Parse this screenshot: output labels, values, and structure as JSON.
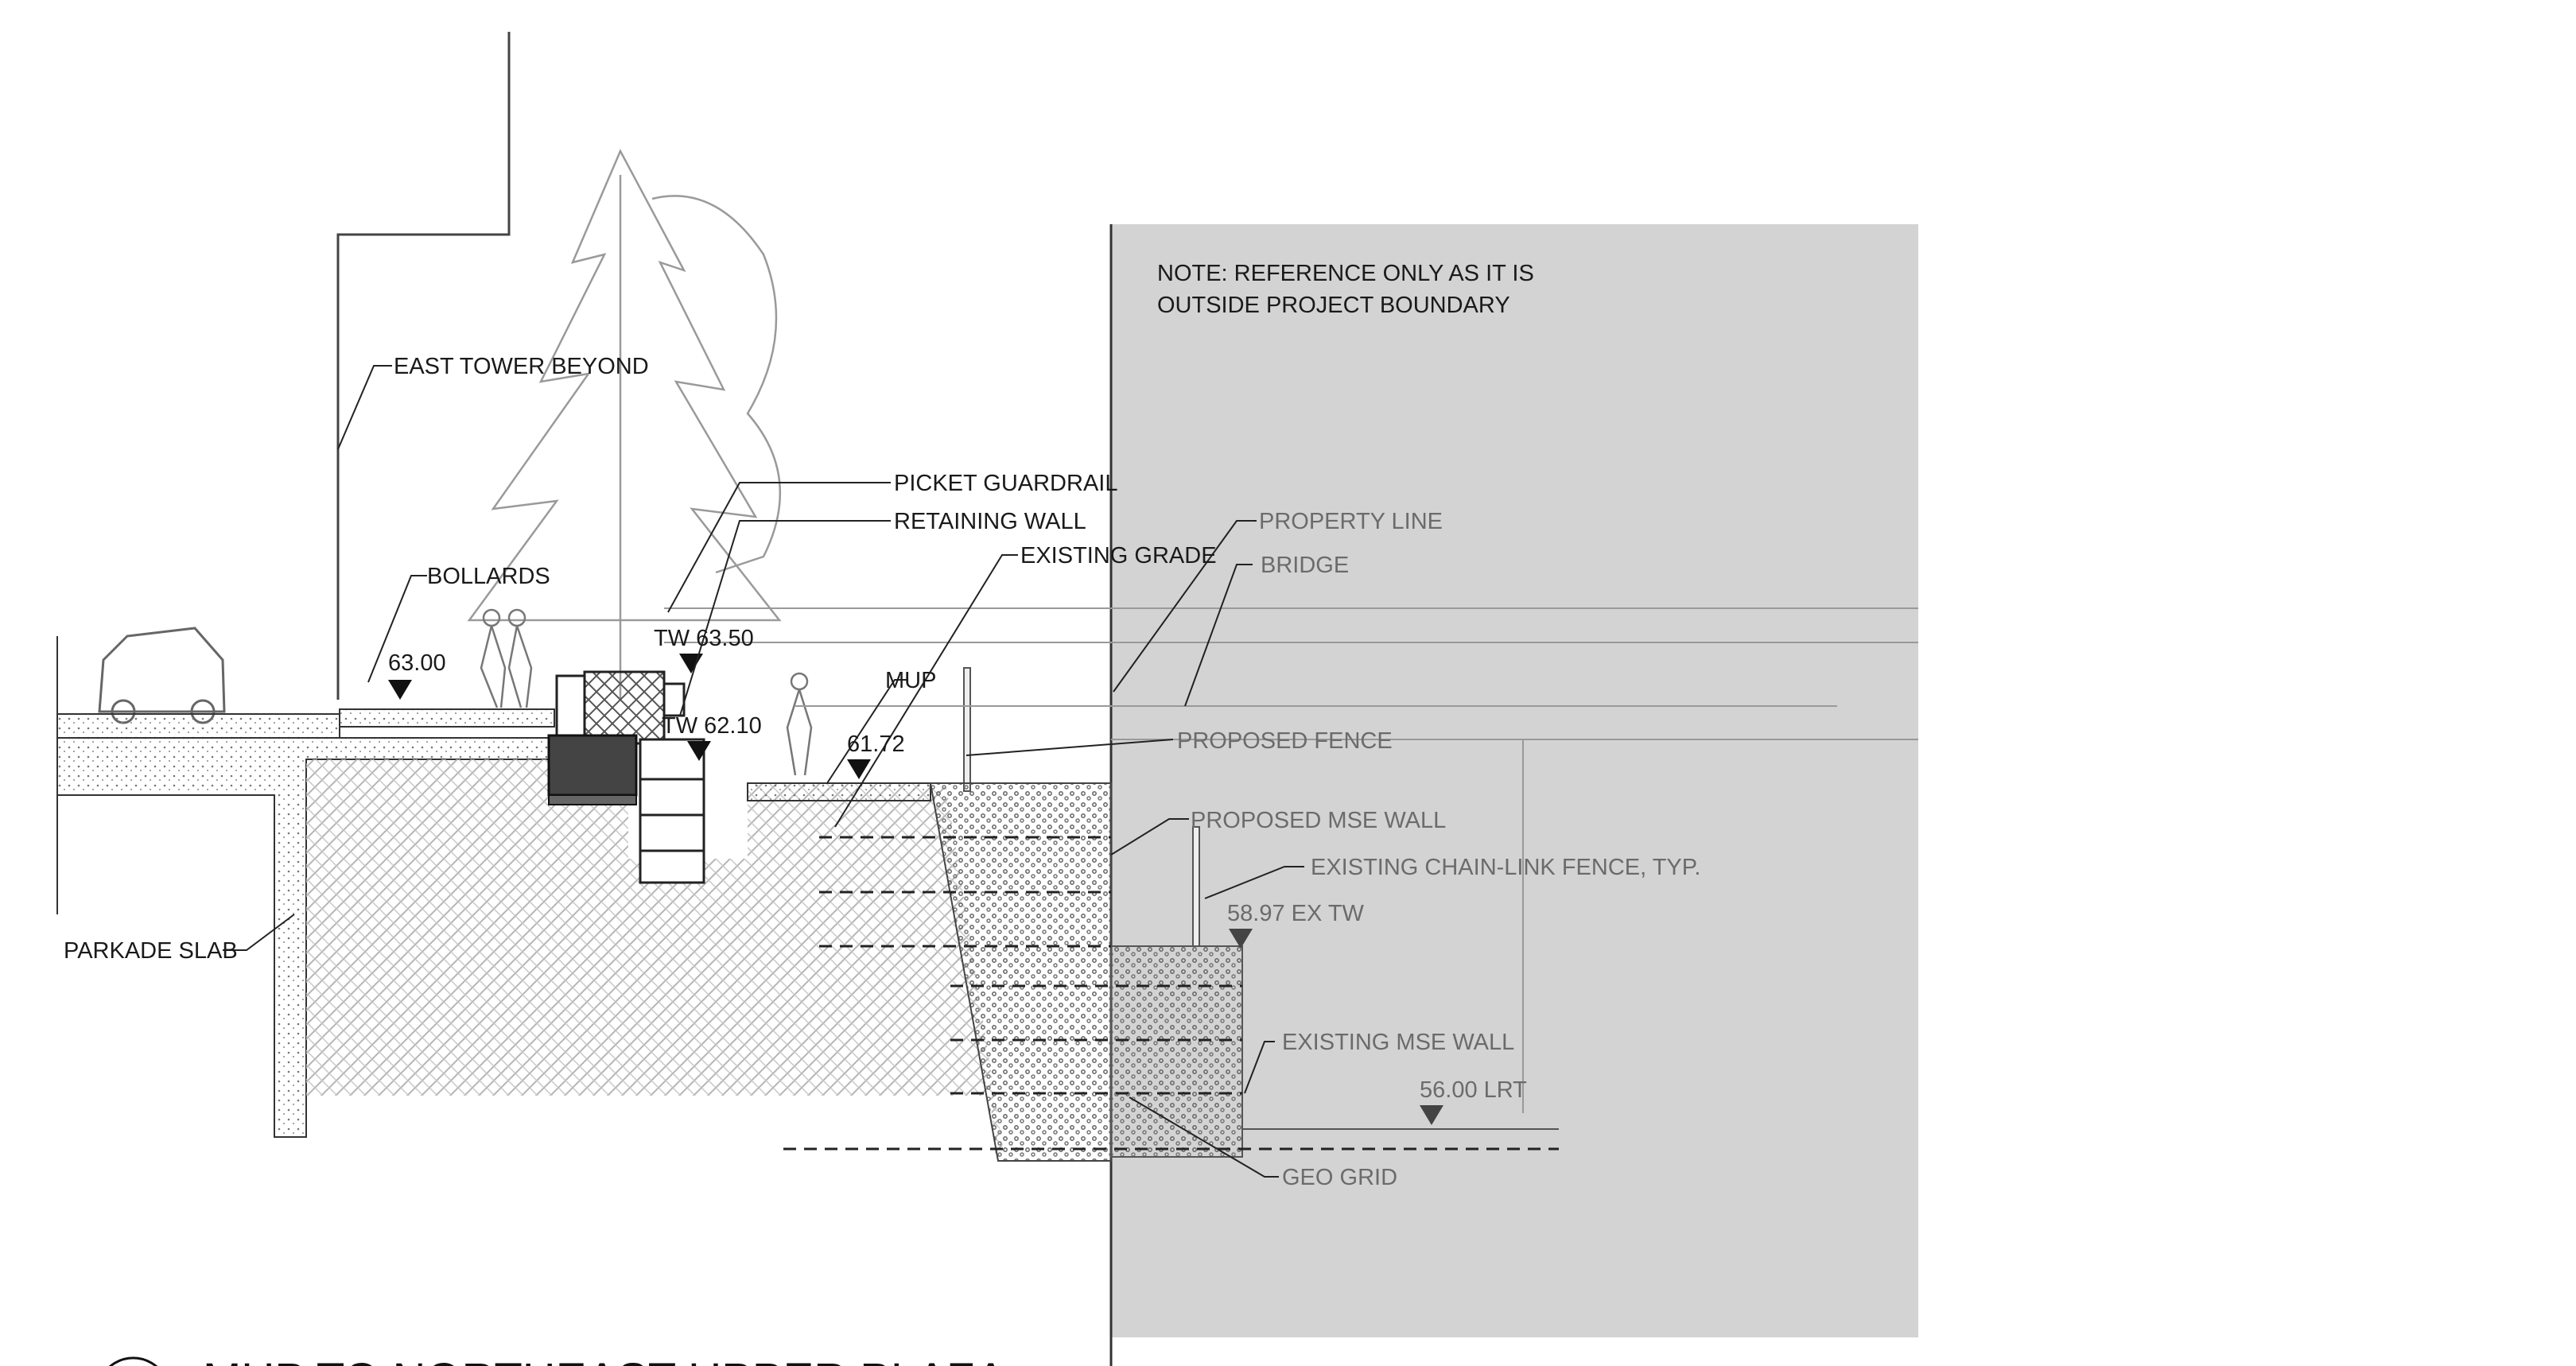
{
  "drawing": {
    "note_line1": "NOTE: REFERENCE ONLY AS IT IS",
    "note_line2": "OUTSIDE PROJECT BOUNDARY",
    "title": "MUP TO NORTHEAST UPPER PLAZA",
    "labels": {
      "east_tower": "EAST TOWER BEYOND",
      "picket_guardrail": "PICKET GUARDRAIL",
      "retaining_wall": "RETAINING WALL",
      "existing_grade": "EXISTING GRADE",
      "property_line": "PROPERTY LINE",
      "bridge": "BRIDGE",
      "bollards": "BOLLARDS",
      "mup": "MUP",
      "proposed_fence": "PROPOSED FENCE",
      "proposed_mse_wall": "PROPOSED MSE WALL",
      "existing_chain_link": "EXISTING CHAIN-LINK FENCE, TYP.",
      "parkade_slab": "PARKADE SLAB",
      "existing_mse_wall": "EXISTING MSE WALL",
      "geo_grid": "GEO GRID"
    },
    "elevations": {
      "el_63_00": "63.00",
      "tw_63_50": "TW 63.50",
      "tw_62_10": "TW 62.10",
      "el_61_72": "61.72",
      "ex_tw": "58.97 EX TW",
      "lrt": "56.00 LRT"
    },
    "colors": {
      "ink": "#1a1a1a",
      "grey_ink": "#6b6b6b",
      "boundary_fill": "#d3d3d3",
      "soil_hatch": "#b5b5b5",
      "tree": "#9a9a9a"
    }
  }
}
